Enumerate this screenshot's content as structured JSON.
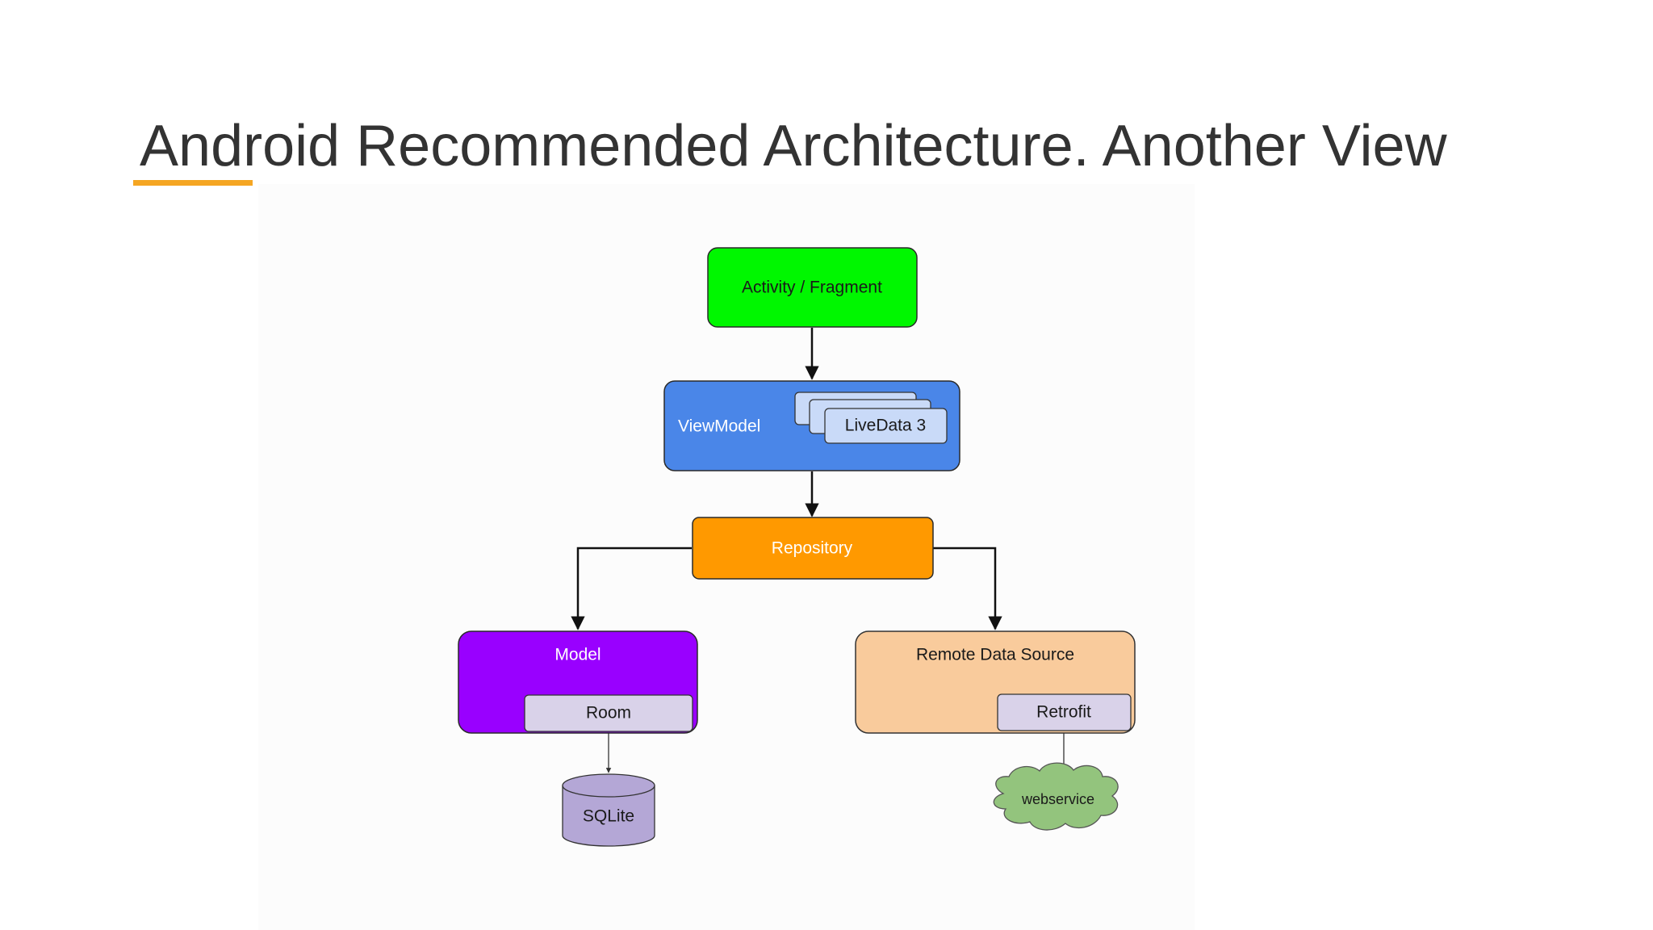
{
  "slide": {
    "title": "Android Recommended Architecture. Another View",
    "accent_color": "#f5a623"
  },
  "diagram": {
    "nodes": {
      "activity": {
        "label": "Activity / Fragment",
        "color": "#00f700"
      },
      "viewmodel": {
        "label": "ViewModel",
        "color": "#4a86e8"
      },
      "livedata": {
        "label": "LiveData 3",
        "color": "#c9daf8"
      },
      "repository": {
        "label": "Repository",
        "color": "#ff9900"
      },
      "model": {
        "label": "Model",
        "color": "#9900ff"
      },
      "room": {
        "label": "Room",
        "color": "#d9d2e9"
      },
      "sqlite": {
        "label": "SQLite",
        "color": "#b4a7d6"
      },
      "remote": {
        "label": "Remote Data Source",
        "color": "#f9cb9c"
      },
      "retrofit": {
        "label": "Retrofit",
        "color": "#d9d2e9"
      },
      "webservice": {
        "label": "webservice",
        "color": "#93c47d"
      }
    }
  }
}
